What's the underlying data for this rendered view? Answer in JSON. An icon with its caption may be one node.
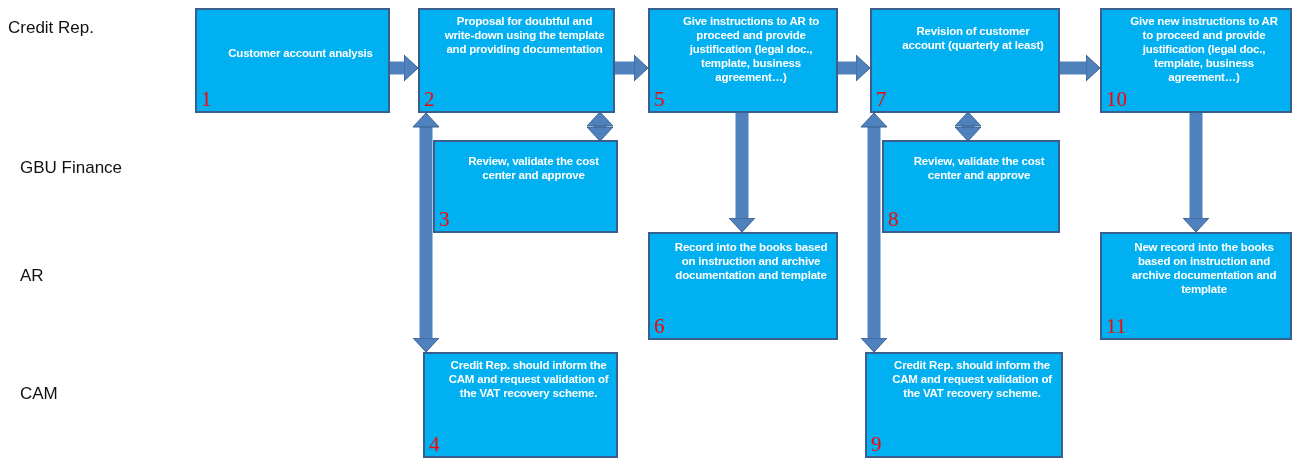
{
  "diagram": {
    "nodes": [
      {
        "text": [
          "Customer account analysis",
          "1"
        ]
      },
      {
        "text": [
          "Proposal for doubtful and write-down using the template and providing documentation",
          "2"
        ]
      },
      {
        "text": [
          "Review, validate the cost center and approve",
          "3"
        ]
      },
      {
        "text": [
          "Credit Rep. should inform the CAM and request validation of the VAT recovery scheme.",
          "4"
        ]
      },
      {
        "text": [
          "Give instructions to AR to proceed and provide justification (legal doc., template, business agreement…)",
          "5"
        ]
      },
      {
        "text": [
          "Record into the books based on  instruction and archive documentation and template",
          "6"
        ]
      },
      {
        "text": [
          "Revision of customer account  (quarterly at least)",
          "7"
        ]
      },
      {
        "text": [
          "Review, validate the cost center and approve",
          "8"
        ]
      },
      {
        "text": [
          "Credit Rep. should inform the CAM and request validation of the VAT recovery scheme.",
          "9"
        ]
      },
      {
        "text": [
          "Give new instructions to AR to proceed and provide justification (legal doc., template, business agreement…)",
          "10"
        ]
      },
      {
        "text": [
          "New record into the books  based on instruction and archive documentation and template",
          "11"
        ]
      }
    ],
    "edges": [
      {
        "from": 0,
        "to": 1,
        "arrow": "to"
      },
      {
        "from": 1,
        "to": 4,
        "arrow": "to"
      },
      {
        "from": 4,
        "to": 6,
        "arrow": "to"
      },
      {
        "from": 6,
        "to": 9,
        "arrow": "to"
      },
      {
        "from": 1,
        "to": 2,
        "arrow": "both"
      },
      {
        "from": 1,
        "to": 3,
        "arrow": "both"
      },
      {
        "from": 4,
        "to": 5,
        "arrow": "to"
      },
      {
        "from": 6,
        "to": 7,
        "arrow": "both"
      },
      {
        "from": 6,
        "to": 8,
        "arrow": "both"
      },
      {
        "from": 9,
        "to": 10,
        "arrow": "to"
      }
    ],
    "labels": [
      "Credit Rep.",
      "GBU Finance",
      "AR",
      "CAM"
    ]
  }
}
